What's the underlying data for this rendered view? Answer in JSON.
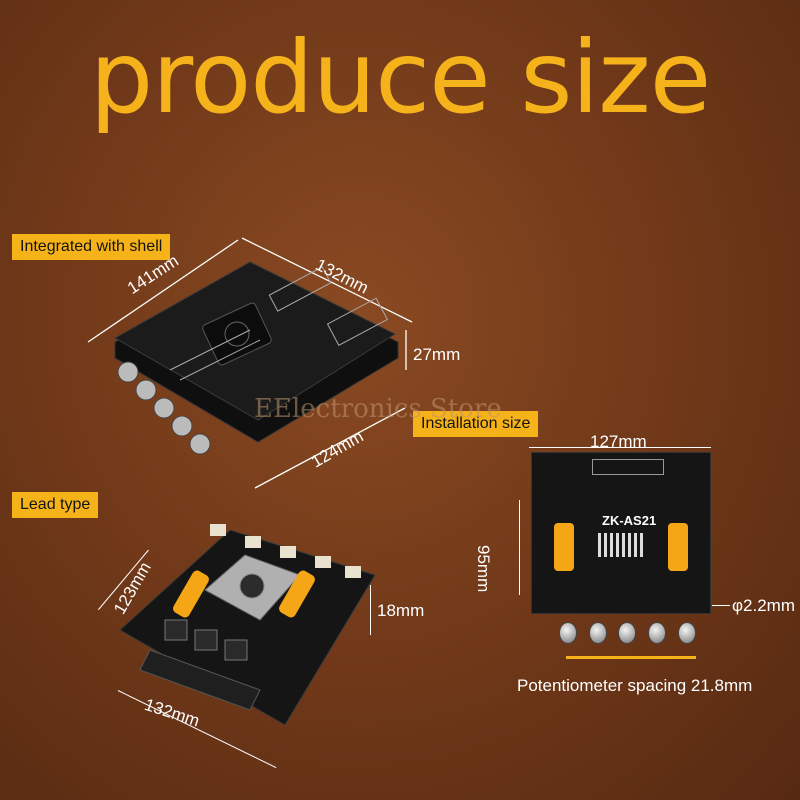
{
  "title": "produce size",
  "watermark": "EElectronics Store",
  "labels": {
    "integrated": "Integrated with shell",
    "installation": "Installation size",
    "lead": "Lead type"
  },
  "dims": {
    "shell_w": "132mm",
    "shell_d": "141mm",
    "shell_h": "27mm",
    "shell_front": "124mm",
    "inst_w": "127mm",
    "inst_h": "95mm",
    "hole": "φ2.2mm",
    "spacing": "Potentiometer spacing 21.8mm",
    "lead_d": "123mm",
    "lead_h": "18mm",
    "lead_w": "132mm"
  },
  "board_model": "ZK-AS21",
  "colors": {
    "accent": "#f5b219",
    "board": "#161616"
  }
}
